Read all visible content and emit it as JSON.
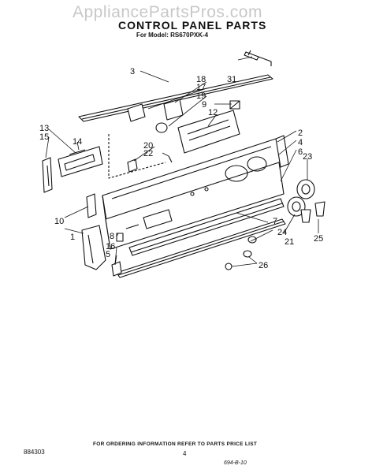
{
  "watermark": "AppliancePartsPros.com",
  "header": {
    "title": "CONTROL PANEL PARTS",
    "model": "For Model: RS670PXK-4"
  },
  "callouts": [
    "1",
    "2",
    "3",
    "4",
    "5",
    "6",
    "7",
    "8",
    "9",
    "10",
    "12",
    "13",
    "14",
    "15",
    "16",
    "17",
    "18",
    "19",
    "20",
    "21",
    "22",
    "23",
    "24",
    "25",
    "26",
    "31"
  ],
  "footer": {
    "note": "FOR ORDERING INFORMATION REFER TO PARTS PRICE LIST",
    "doc_number": "884303",
    "page_number": "4",
    "date_code": "694-B-10"
  }
}
